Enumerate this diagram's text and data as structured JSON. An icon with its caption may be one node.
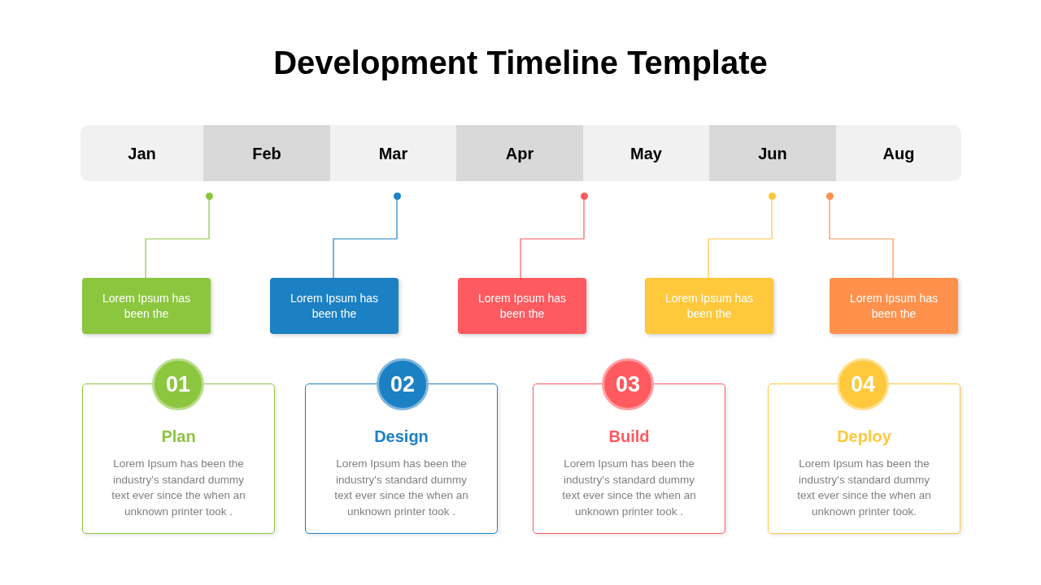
{
  "diagram": {
    "title": "Development Timeline Template",
    "nodes": [
      {
        "text": [
          "Jan"
        ]
      },
      {
        "text": [
          "Feb"
        ]
      },
      {
        "text": [
          "Mar"
        ]
      },
      {
        "text": [
          "Apr"
        ]
      },
      {
        "text": [
          "May"
        ]
      },
      {
        "text": [
          "Jun"
        ]
      },
      {
        "text": [
          "Aug"
        ]
      },
      {
        "text": [],
        "shape": "circle"
      },
      {
        "text": [],
        "shape": "circle"
      },
      {
        "text": [],
        "shape": "circle"
      },
      {
        "text": [],
        "shape": "circle"
      },
      {
        "text": [],
        "shape": "circle"
      },
      {
        "text": [
          "Lorem Ipsum has been the"
        ]
      },
      {
        "text": [
          "Lorem Ipsum has been the"
        ]
      },
      {
        "text": [
          "Lorem Ipsum has been the"
        ]
      },
      {
        "text": [
          "Lorem Ipsum has been the"
        ]
      },
      {
        "text": [
          "Lorem Ipsum has been the"
        ]
      },
      {
        "text": [
          "01"
        ]
      },
      {
        "text": [
          "Plan",
          "Lorem Ipsum has been the industry's standard dummy text ever since the when an unknown printer took ."
        ]
      },
      {
        "text": [
          "02"
        ]
      },
      {
        "text": [
          "Design",
          "Lorem Ipsum has been the industry's standard dummy text ever since the when an unknown printer took ."
        ]
      },
      {
        "text": [
          "03"
        ]
      },
      {
        "text": [
          "Build",
          "Lorem Ipsum has been the industry's standard dummy text ever since the when an unknown printer took ."
        ]
      },
      {
        "text": [
          "04"
        ]
      },
      {
        "text": [
          "Deploy",
          "Lorem Ipsum has been the industry's standard dummy text ever since the when an unknown printer took."
        ]
      }
    ],
    "edges": [
      {
        "from": 7,
        "to": 12,
        "arrow": "none",
        "color": "#8cc63f"
      },
      {
        "from": 8,
        "to": 13,
        "arrow": "none",
        "color": "#1b80c4"
      },
      {
        "from": 9,
        "to": 14,
        "arrow": "none",
        "color": "#fe5a5f"
      },
      {
        "from": 10,
        "to": 15,
        "arrow": "none",
        "color": "#ffc83d"
      },
      {
        "from": 11,
        "to": 16,
        "arrow": "none",
        "color": "#ff914d"
      }
    ]
  }
}
